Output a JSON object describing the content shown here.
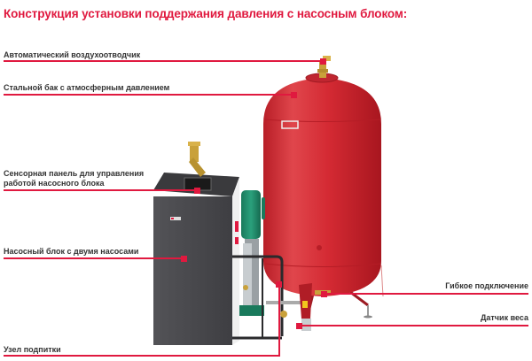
{
  "title": "Конструкция установки поддержания давления с насосным блоком:",
  "accent_color": "#e0193f",
  "callouts": [
    {
      "id": "air-vent",
      "label": "Автоматический воздухоотводчик"
    },
    {
      "id": "steel-tank",
      "label": "Стальной бак с атмосферным давлением"
    },
    {
      "id": "touch-panel",
      "label_line1": "Сенсорная панель для управления",
      "label_line2": "работой насосного блока"
    },
    {
      "id": "pump-unit",
      "label": "Насосный блок с двумя насосами"
    },
    {
      "id": "flexible-connection",
      "label": "Гибкое подключение"
    },
    {
      "id": "weight-sensor",
      "label": "Датчик веса"
    },
    {
      "id": "makeup-unit",
      "label": "Узел подпитки"
    }
  ],
  "colors": {
    "tank_red": "#d42a33",
    "cabinet_dark": "#4a4a4d",
    "pump_green": "#1f8a6a",
    "brass": "#c9a13a"
  }
}
